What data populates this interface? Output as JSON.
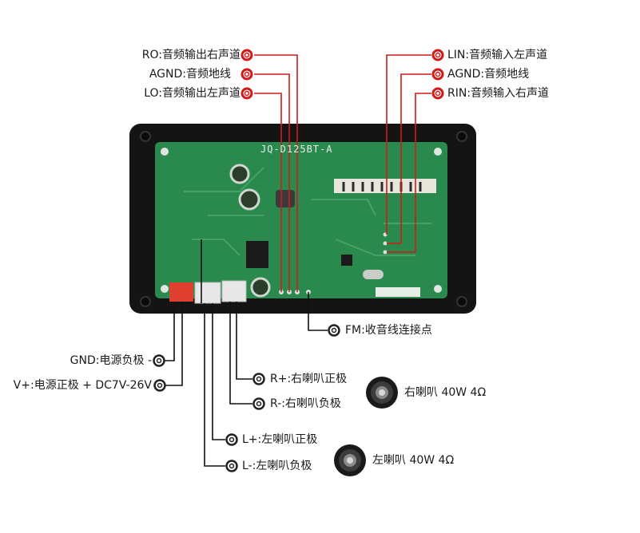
{
  "board": {
    "model": "JQ-D125BT-A"
  },
  "top_left_labels": [
    {
      "text": "RO:音频输出右声道"
    },
    {
      "text": "AGND:音频地线"
    },
    {
      "text": "LO:音频输出左声道"
    }
  ],
  "top_right_labels": [
    {
      "text": "LIN:音频输入左声道"
    },
    {
      "text": "AGND:音频地线"
    },
    {
      "text": "RIN:音频输入右声道"
    }
  ],
  "fm_label": {
    "text": "FM:收音线连接点"
  },
  "power_labels": {
    "gnd": "GND:电源负极 -",
    "vplus": "V+:电源正极 +  DC7V-26V"
  },
  "right_speaker_labels": {
    "plus": "R+:右喇叭正极",
    "minus": "R-:右喇叭负极",
    "speaker": "右喇叭 40W 4Ω"
  },
  "left_speaker_labels": {
    "plus": "L+:左喇叭正极",
    "minus": "L-:左喇叭负极",
    "speaker": "左喇叭 40W 4Ω"
  },
  "colors": {
    "wire_red": "#d21a1a",
    "wire_black": "#111111",
    "pcb_green": "#2a8a4e",
    "enclosure": "#151515",
    "connector_red": "#e04030",
    "connector_white": "#e8e8e8"
  }
}
